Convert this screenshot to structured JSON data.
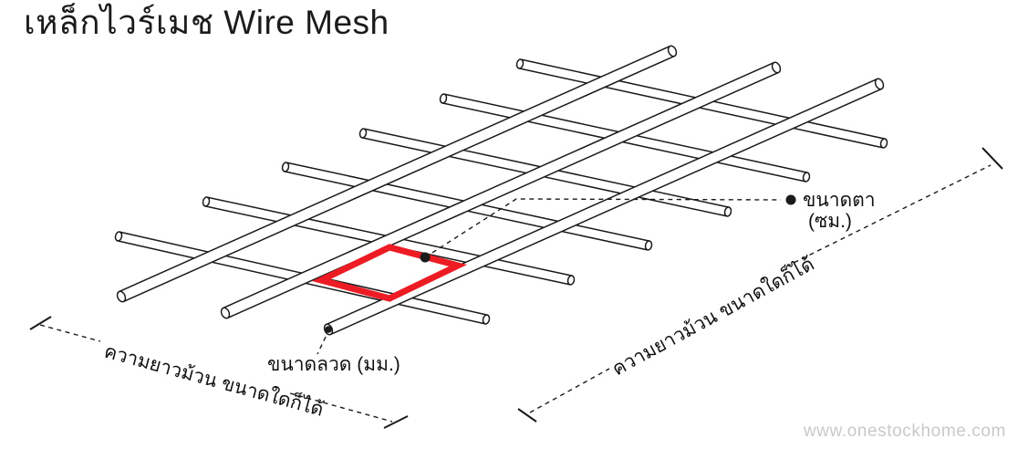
{
  "title": "เหล็กไวร์เมช Wire Mesh",
  "watermark": "www.onestockhome.com",
  "labels": {
    "mesh_size": "ขนาดตา",
    "mesh_size_unit": "(ซม.)",
    "wire_size": "ขนาดลวด (มม.)",
    "roll_length_left": "ความยาวม้วน ขนาดใดก็ได้",
    "roll_length_right": "ความยาวม้วน ขนาดใดก็ได้"
  },
  "colors": {
    "highlight": "#ed1c24",
    "line": "#1a1a1a",
    "watermark": "#c9c9c9",
    "background": "#ffffff"
  },
  "diagram": {
    "long_wires": 3,
    "cross_wires": 6
  }
}
